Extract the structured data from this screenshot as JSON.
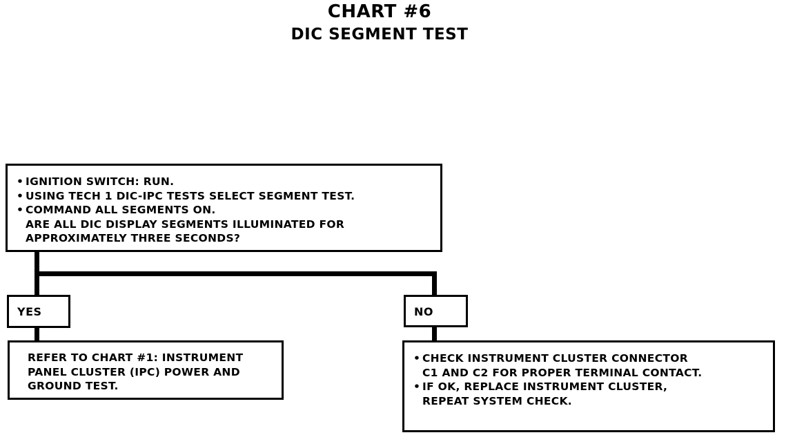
{
  "title": {
    "main": "CHART #6",
    "sub": "DIC SEGMENT TEST"
  },
  "colors": {
    "ink": "#000000",
    "paper": "#ffffff"
  },
  "nodes": {
    "question": {
      "lines": [
        {
          "bullet": true,
          "text": "IGNITION SWITCH: RUN."
        },
        {
          "bullet": true,
          "text": "USING TECH 1 DIC-IPC TESTS SELECT SEGMENT TEST."
        },
        {
          "bullet": true,
          "text": "COMMAND ALL SEGMENTS ON."
        },
        {
          "bullet": false,
          "text": "ARE ALL DIC DISPLAY SEGMENTS ILLUMINATED FOR"
        },
        {
          "bullet": false,
          "text": "APPROXIMATELY THREE SECONDS?"
        }
      ]
    },
    "yes_label": "YES",
    "no_label": "NO",
    "yes_result": {
      "lines": [
        {
          "bullet": false,
          "text": "REFER TO CHART #1: INSTRUMENT"
        },
        {
          "bullet": false,
          "text": "PANEL CLUSTER (IPC) POWER AND"
        },
        {
          "bullet": false,
          "text": "GROUND TEST."
        }
      ]
    },
    "no_result": {
      "lines": [
        {
          "bullet": true,
          "text": "CHECK INSTRUMENT CLUSTER CONNECTOR"
        },
        {
          "bullet": false,
          "text": "C1 AND C2 FOR PROPER TERMINAL CONTACT."
        },
        {
          "bullet": true,
          "text": "IF OK, REPLACE INSTRUMENT CLUSTER,"
        },
        {
          "bullet": false,
          "text": "REPEAT SYSTEM CHECK."
        }
      ]
    }
  }
}
